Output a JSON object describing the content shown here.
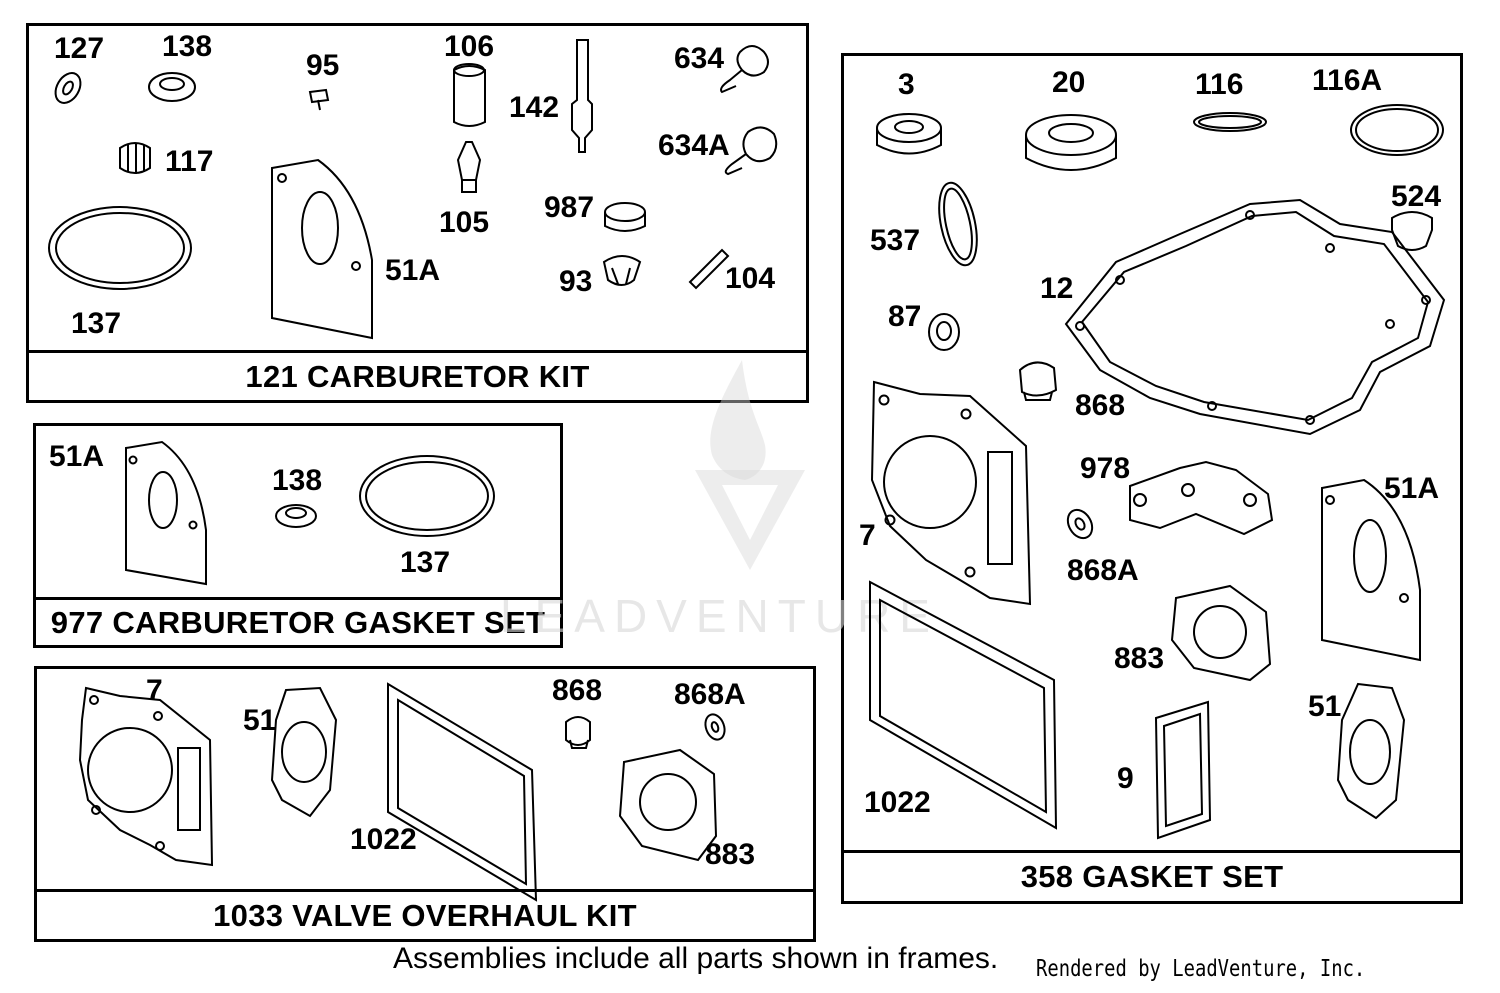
{
  "watermark": {
    "text": "LEADVENTURE"
  },
  "frames": {
    "carb_kit": {
      "title": "121 CARBURETOR KIT",
      "labels": {
        "p127": "127",
        "p138": "138",
        "p95": "95",
        "p106": "106",
        "p142": "142",
        "p634": "634",
        "p117": "117",
        "p634a": "634A",
        "p105": "105",
        "p987": "987",
        "p51a": "51A",
        "p93": "93",
        "p104": "104",
        "p137": "137"
      }
    },
    "carb_gasket": {
      "title": "977 CARBURETOR GASKET SET",
      "labels": {
        "p51a": "51A",
        "p138": "138",
        "p137": "137"
      }
    },
    "valve_kit": {
      "title": "1033 VALVE OVERHAUL KIT",
      "labels": {
        "p7": "7",
        "p51": "51",
        "p868": "868",
        "p868a": "868A",
        "p1022": "1022",
        "p883": "883"
      }
    },
    "gasket_set": {
      "title": "358 GASKET SET",
      "labels": {
        "p3": "3",
        "p20": "20",
        "p116": "116",
        "p116a": "116A",
        "p524": "524",
        "p537": "537",
        "p12": "12",
        "p87": "87",
        "p868": "868",
        "p978": "978",
        "p7": "7",
        "p868a": "868A",
        "p51a": "51A",
        "p883": "883",
        "p51": "51",
        "p1022": "1022",
        "p9": "9"
      }
    }
  },
  "footnote": "Assemblies include all parts shown in frames.",
  "credit": "Rendered by LeadVenture, Inc."
}
